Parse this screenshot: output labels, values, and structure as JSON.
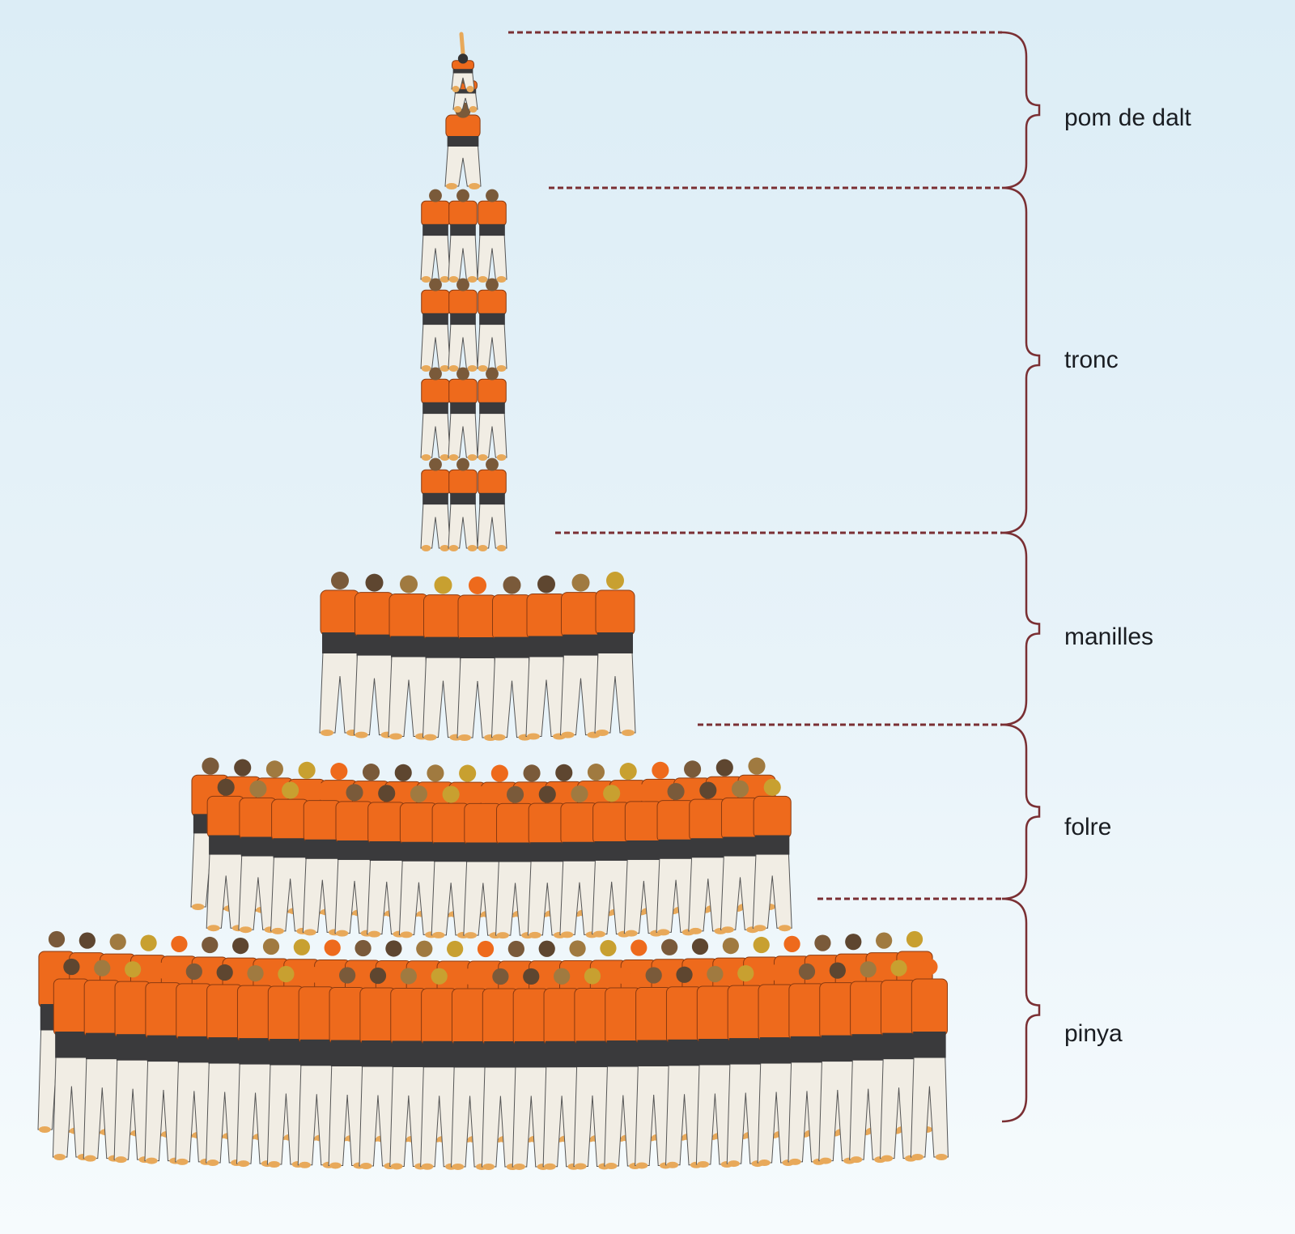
{
  "title": "Castell structure",
  "sections": [
    {
      "label": "pom de dalt"
    },
    {
      "label": "tronc"
    },
    {
      "label": "manilles"
    },
    {
      "label": "folre"
    },
    {
      "label": "pinya"
    }
  ],
  "colors": {
    "shirt": "#ee6a1c",
    "sash": "#3a3a3c",
    "trousers": "#f1ede4",
    "skin": "#e8a95a",
    "hair": "#7a5a3a",
    "bracket": "#7a2f33"
  }
}
